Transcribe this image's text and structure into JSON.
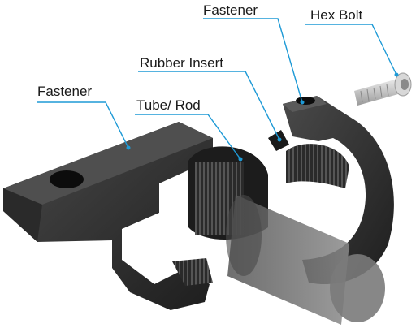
{
  "labels": {
    "fastener_top": "Fastener",
    "hex_bolt": "Hex Bolt",
    "rubber_insert": "Rubber Insert",
    "tube_rod": "Tube/ Rod",
    "fastener_left": "Fastener"
  },
  "colors": {
    "leader_line": "#1e9ad6",
    "part_dark": "#2b2b2b",
    "part_mid": "#3d3d3d",
    "part_light": "#5a5a5a",
    "rod_fill": "#6b6b6b",
    "bolt": "#c9c9c9"
  }
}
